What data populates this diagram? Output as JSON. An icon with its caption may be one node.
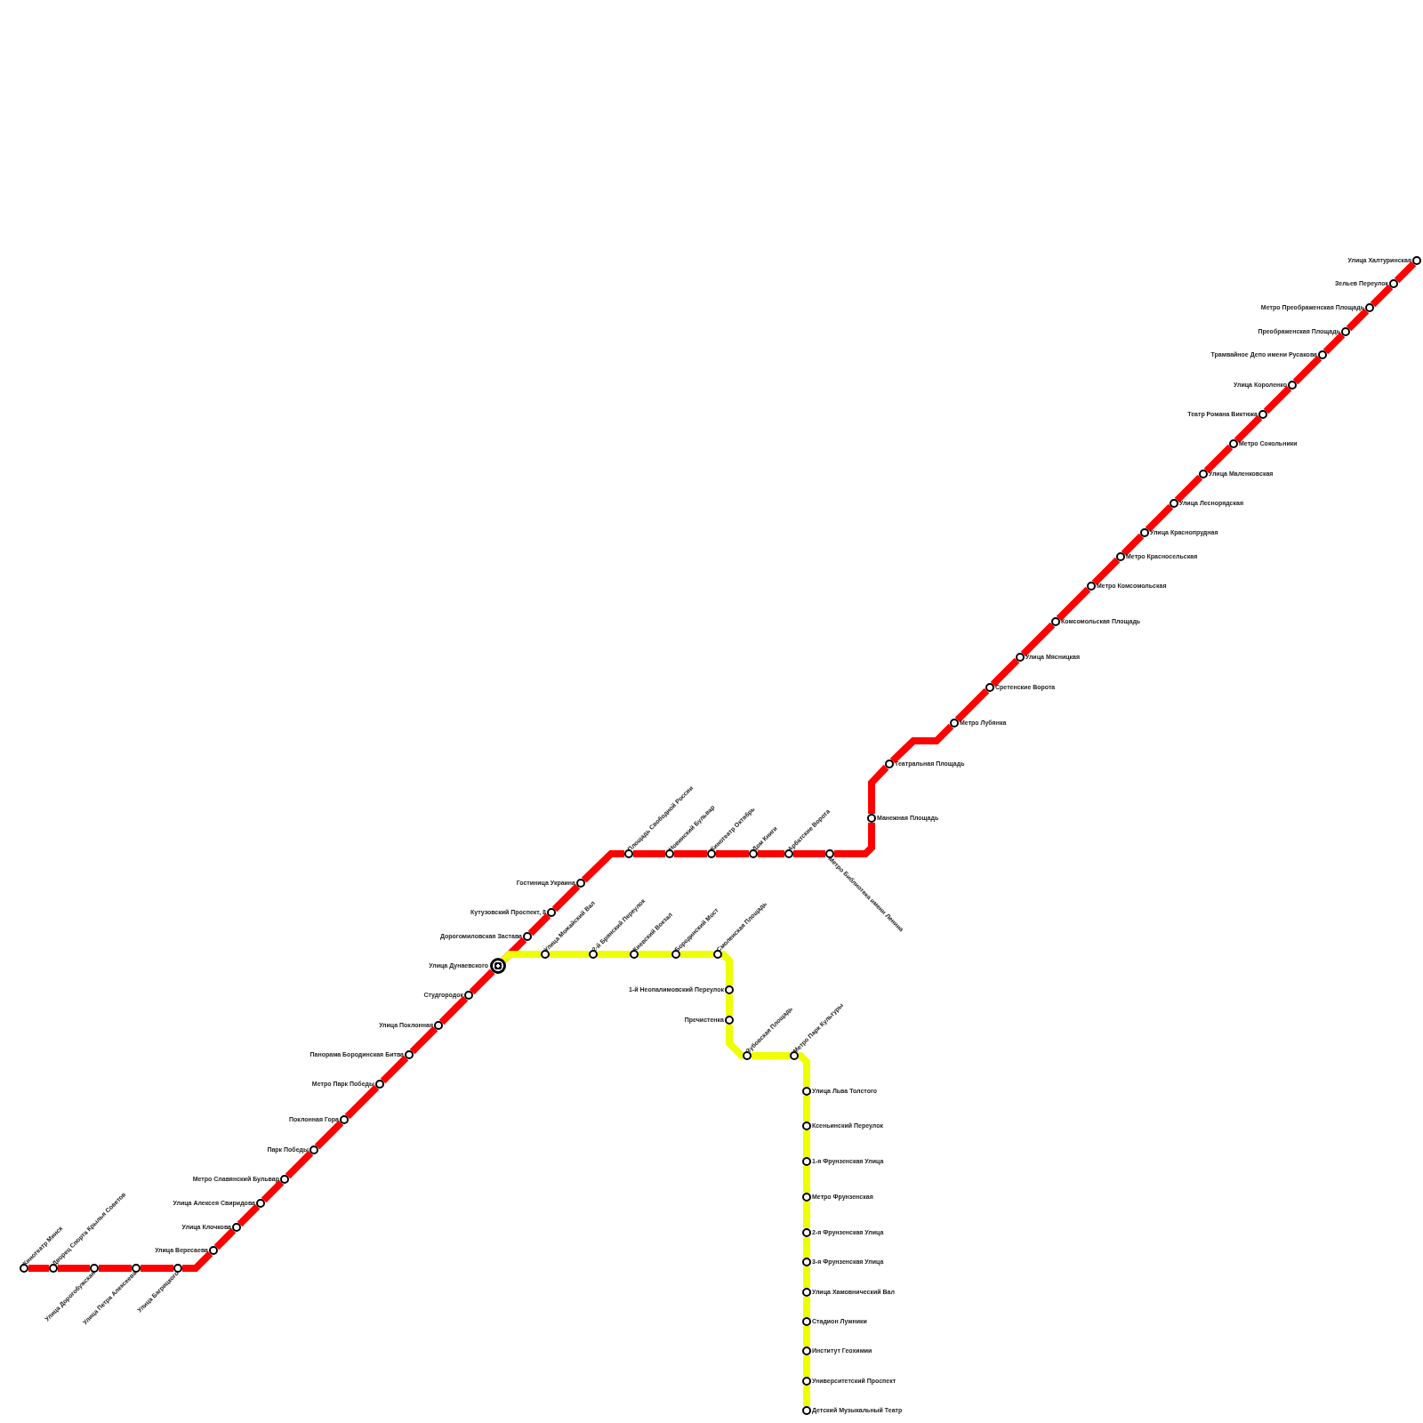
{
  "diagram": {
    "nodes": [
      {
        "text": [
          "Кинотеатр Минск"
        ]
      },
      {
        "text": [
          "Дворец Спорта Крылья Советов"
        ]
      },
      {
        "text": [
          "Улица Дорогобужская"
        ]
      },
      {
        "text": [
          "Улица Петра Алексеева"
        ]
      },
      {
        "text": [
          "Улица Багрицкого"
        ]
      },
      {
        "text": [
          "Улица Вересаева"
        ]
      },
      {
        "text": [
          "Улица Клочкова"
        ]
      },
      {
        "text": [
          "Улица Алексея Свиридова"
        ]
      },
      {
        "text": [
          "Метро Славянский Бульвар"
        ]
      },
      {
        "text": [
          "Парк Победы"
        ]
      },
      {
        "text": [
          "Поклонная Гора"
        ]
      },
      {
        "text": [
          "Метро Парк Победы"
        ]
      },
      {
        "text": [
          "Панорама Бородинская Битва"
        ]
      },
      {
        "text": [
          "Улица Поклонная"
        ]
      },
      {
        "text": [
          "Студгородок"
        ]
      },
      {
        "text": [
          "Улица Дунаевского"
        ]
      },
      {
        "text": [
          "Дорогомиловская Застава"
        ]
      },
      {
        "text": [
          "Кутузовский Проспект, 8"
        ]
      },
      {
        "text": [
          "Гостиница Украина"
        ]
      },
      {
        "text": [
          "Площадь Свободной России"
        ]
      },
      {
        "text": [
          "Новинский Бульвар"
        ]
      },
      {
        "text": [
          "Кинотеатр Октябрь"
        ]
      },
      {
        "text": [
          "Дом Книги"
        ]
      },
      {
        "text": [
          "Арбатские Ворота"
        ]
      },
      {
        "text": [
          "Метро Библиотека имени Ленина"
        ]
      },
      {
        "text": [
          "Манежная Площадь"
        ]
      },
      {
        "text": [
          "Театральная Площадь"
        ]
      },
      {
        "text": [
          "Метро Лубянка"
        ]
      },
      {
        "text": [
          "Сретенские Ворота"
        ]
      },
      {
        "text": [
          "Улица Мясницкая"
        ]
      },
      {
        "text": [
          "Комсомольская Площадь"
        ]
      },
      {
        "text": [
          "Метро Комсомольская"
        ]
      },
      {
        "text": [
          "Метро Красносельская"
        ]
      },
      {
        "text": [
          "Улица Краснопрудная"
        ]
      },
      {
        "text": [
          "Улица Леснорядская"
        ]
      },
      {
        "text": [
          "Улица Маленковская"
        ]
      },
      {
        "text": [
          "Метро Сокольники"
        ]
      },
      {
        "text": [
          "Театр Романа Виктюка"
        ]
      },
      {
        "text": [
          "Улица Короленко"
        ]
      },
      {
        "text": [
          "Трамвайное Депо имени Русакова"
        ]
      },
      {
        "text": [
          "Преображенская Площадь"
        ]
      },
      {
        "text": [
          "Метро Преображенская Площадь"
        ]
      },
      {
        "text": [
          "Зельев Переулок"
        ]
      },
      {
        "text": [
          "Улица Халтуринская"
        ]
      },
      {
        "text": [
          "Улица Можайский Вал"
        ]
      },
      {
        "text": [
          "2-й Брянский Переулок"
        ]
      },
      {
        "text": [
          "Киевский Вокзал"
        ]
      },
      {
        "text": [
          "Бородинский Мост"
        ]
      },
      {
        "text": [
          "Смоленская Площадь"
        ]
      },
      {
        "text": [
          "1-й Неопалимовский Переулок"
        ]
      },
      {
        "text": [
          "Пречистенка"
        ]
      },
      {
        "text": [
          "Зубовская Площадь"
        ]
      },
      {
        "text": [
          "Метро Парк Культуры"
        ]
      },
      {
        "text": [
          "Улица Льва Толстого"
        ]
      },
      {
        "text": [
          "Ксеньинский Переулок"
        ]
      },
      {
        "text": [
          "1-я Фрунзенская Улица"
        ]
      },
      {
        "text": [
          "Метро Фрунзенская"
        ]
      },
      {
        "text": [
          "2-я Фрунзенская Улица"
        ]
      },
      {
        "text": [
          "3-я Фрунзенская Улица"
        ]
      },
      {
        "text": [
          "Улица Хамовнический Вал"
        ]
      },
      {
        "text": [
          "Стадион Лужники"
        ]
      },
      {
        "text": [
          "Институт Геохимии"
        ]
      },
      {
        "text": [
          "Университетский Проспект"
        ]
      },
      {
        "text": [
          "Детский Музыкальный Театр"
        ]
      }
    ],
    "edges": [
      {
        "from": 0,
        "to": 1,
        "arrow": "none"
      },
      {
        "from": 1,
        "to": 2,
        "arrow": "none"
      },
      {
        "from": 2,
        "to": 3,
        "arrow": "none"
      },
      {
        "from": 3,
        "to": 4,
        "arrow": "none"
      },
      {
        "from": 4,
        "to": 5,
        "arrow": "none"
      },
      {
        "from": 5,
        "to": 6,
        "arrow": "none"
      },
      {
        "from": 6,
        "to": 7,
        "arrow": "none"
      },
      {
        "from": 7,
        "to": 8,
        "arrow": "none"
      },
      {
        "from": 8,
        "to": 9,
        "arrow": "none"
      },
      {
        "from": 9,
        "to": 10,
        "arrow": "none"
      },
      {
        "from": 10,
        "to": 11,
        "arrow": "none"
      },
      {
        "from": 11,
        "to": 12,
        "arrow": "none"
      },
      {
        "from": 12,
        "to": 13,
        "arrow": "none"
      },
      {
        "from": 13,
        "to": 14,
        "arrow": "none"
      },
      {
        "from": 14,
        "to": 15,
        "arrow": "none"
      },
      {
        "from": 15,
        "to": 16,
        "arrow": "none"
      },
      {
        "from": 16,
        "to": 17,
        "arrow": "none"
      },
      {
        "from": 17,
        "to": 18,
        "arrow": "none"
      },
      {
        "from": 18,
        "to": 19,
        "arrow": "none"
      },
      {
        "from": 19,
        "to": 20,
        "arrow": "none"
      },
      {
        "from": 20,
        "to": 21,
        "arrow": "none"
      },
      {
        "from": 21,
        "to": 22,
        "arrow": "none"
      },
      {
        "from": 22,
        "to": 23,
        "arrow": "none"
      },
      {
        "from": 23,
        "to": 24,
        "arrow": "none"
      },
      {
        "from": 24,
        "to": 25,
        "arrow": "none"
      },
      {
        "from": 25,
        "to": 26,
        "arrow": "none"
      },
      {
        "from": 26,
        "to": 27,
        "arrow": "none"
      },
      {
        "from": 27,
        "to": 28,
        "arrow": "none"
      },
      {
        "from": 28,
        "to": 29,
        "arrow": "none"
      },
      {
        "from": 29,
        "to": 30,
        "arrow": "none"
      },
      {
        "from": 30,
        "to": 31,
        "arrow": "none"
      },
      {
        "from": 31,
        "to": 32,
        "arrow": "none"
      },
      {
        "from": 32,
        "to": 33,
        "arrow": "none"
      },
      {
        "from": 33,
        "to": 34,
        "arrow": "none"
      },
      {
        "from": 34,
        "to": 35,
        "arrow": "none"
      },
      {
        "from": 35,
        "to": 36,
        "arrow": "none"
      },
      {
        "from": 36,
        "to": 37,
        "arrow": "none"
      },
      {
        "from": 37,
        "to": 38,
        "arrow": "none"
      },
      {
        "from": 38,
        "to": 39,
        "arrow": "none"
      },
      {
        "from": 39,
        "to": 40,
        "arrow": "none"
      },
      {
        "from": 40,
        "to": 41,
        "arrow": "none"
      },
      {
        "from": 41,
        "to": 42,
        "arrow": "none"
      },
      {
        "from": 42,
        "to": 43,
        "arrow": "none"
      },
      {
        "from": 15,
        "to": 44,
        "arrow": "none",
        "color": "#eeff00"
      },
      {
        "from": 44,
        "to": 45,
        "arrow": "none",
        "color": "#eeff00"
      },
      {
        "from": 45,
        "to": 46,
        "arrow": "none",
        "color": "#eeff00"
      },
      {
        "from": 46,
        "to": 47,
        "arrow": "none",
        "color": "#eeff00"
      },
      {
        "from": 47,
        "to": 48,
        "arrow": "none",
        "color": "#eeff00"
      },
      {
        "from": 48,
        "to": 49,
        "arrow": "none",
        "color": "#eeff00"
      },
      {
        "from": 49,
        "to": 50,
        "arrow": "none",
        "color": "#eeff00"
      },
      {
        "from": 50,
        "to": 51,
        "arrow": "none",
        "color": "#eeff00"
      },
      {
        "from": 51,
        "to": 52,
        "arrow": "none",
        "color": "#eeff00"
      },
      {
        "from": 52,
        "to": 53,
        "arrow": "none",
        "color": "#eeff00"
      },
      {
        "from": 53,
        "to": 54,
        "arrow": "none",
        "color": "#eeff00"
      },
      {
        "from": 54,
        "to": 55,
        "arrow": "none",
        "color": "#eeff00"
      },
      {
        "from": 55,
        "to": 56,
        "arrow": "none",
        "color": "#eeff00"
      },
      {
        "from": 56,
        "to": 57,
        "arrow": "none",
        "color": "#eeff00"
      },
      {
        "from": 57,
        "to": 58,
        "arrow": "none",
        "color": "#eeff00"
      },
      {
        "from": 58,
        "to": 59,
        "arrow": "none",
        "color": "#eeff00"
      },
      {
        "from": 59,
        "to": 60,
        "arrow": "none",
        "color": "#eeff00"
      },
      {
        "from": 60,
        "to": 61,
        "arrow": "none",
        "color": "#eeff00"
      },
      {
        "from": 61,
        "to": 62,
        "arrow": "none",
        "color": "#eeff00"
      },
      {
        "from": 62,
        "to": 63,
        "arrow": "none",
        "color": "#eeff00"
      }
    ]
  }
}
